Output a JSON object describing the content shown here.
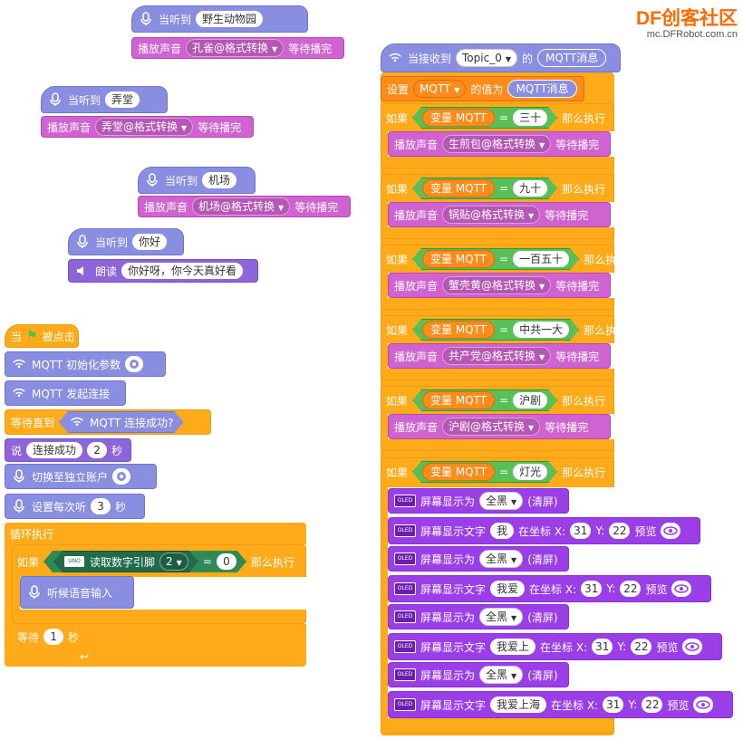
{
  "logo": {
    "brand": "DF创客社区",
    "url": "mc.DFRobot.com.cn"
  },
  "colors": {
    "sound": "#cf63cf",
    "control": "#ffab19",
    "mic": "#8a8ee0",
    "oled": "#9a3fe8",
    "speech": "#8c66d9",
    "variable": "#ff8c1a",
    "boolean": "#59c059"
  },
  "hear1": {
    "label": "当听到",
    "phrase": "野生动物园"
  },
  "play1": {
    "label": "播放声音",
    "sound": "孔雀@格式转换",
    "wait": "等待播完"
  },
  "hear2": {
    "label": "当听到",
    "phrase": "弄堂"
  },
  "play2": {
    "label": "播放声音",
    "sound": "弄堂@格式转换",
    "wait": "等待播完"
  },
  "hear3": {
    "label": "当听到",
    "phrase": "机场"
  },
  "play3": {
    "label": "播放声音",
    "sound": "机场@格式转换",
    "wait": "等待播完"
  },
  "hear4": {
    "label": "当听到",
    "phrase": "你好"
  },
  "say4": {
    "label": "朗读",
    "text": "你好呀，你今天真好看"
  },
  "main": {
    "flag_pre": "当",
    "flag_post": "被点击",
    "mqtt_init": "MQTT 初始化参数",
    "mqtt_connect": "MQTT 发起连接",
    "wait_until": "等待直到",
    "mqtt_ok": "MQTT 连接成功?",
    "say_label": "说",
    "say_text": "连接成功",
    "say_secs": "2",
    "say_unit": "秒",
    "switch_acct": "切换至独立账户",
    "listen_label": "设置每次听",
    "listen_secs": "3",
    "listen_unit": "秒",
    "forever": "循环执行",
    "if_label": "如果",
    "read_pin": "读取数字引脚",
    "pin": "2",
    "eq": "=",
    "value": "0",
    "then": "那么执行",
    "listen_input": "听候语音输入",
    "wait_label": "等待",
    "wait_secs": "1",
    "wait_unit": "秒"
  },
  "mqtt": {
    "recv_label": "当接收到",
    "topic": "Topic_0",
    "of": "的",
    "msg": "MQTT消息",
    "set_label": "设置",
    "var": "MQTT",
    "value_label": "的值为",
    "var_label": "变量 MQTT",
    "if_label": "如果",
    "then": "那么执行",
    "play_label": "播放声音",
    "wait": "等待播完",
    "conds": [
      {
        "match": "三十",
        "sound": "生煎包@格式转换"
      },
      {
        "match": "九十",
        "sound": "锅贴@格式转换"
      },
      {
        "match": "一百五十",
        "sound": "蟹壳黄@格式转换"
      },
      {
        "match": "中共一大",
        "sound": "共产党@格式转换"
      },
      {
        "match": "沪剧",
        "sound": "沪剧@格式转换"
      }
    ],
    "last_match": "灯光",
    "oled": {
      "show_label": "屏幕显示为",
      "fill": "全黑",
      "clear": "(清屏)",
      "text_label": "屏幕显示文字",
      "at": "在坐标 X:",
      "x": "31",
      "y_label": "Y:",
      "y": "22",
      "preview": "预览",
      "texts": [
        "我",
        "我爱",
        "我爱上",
        "我爱上海"
      ]
    }
  }
}
